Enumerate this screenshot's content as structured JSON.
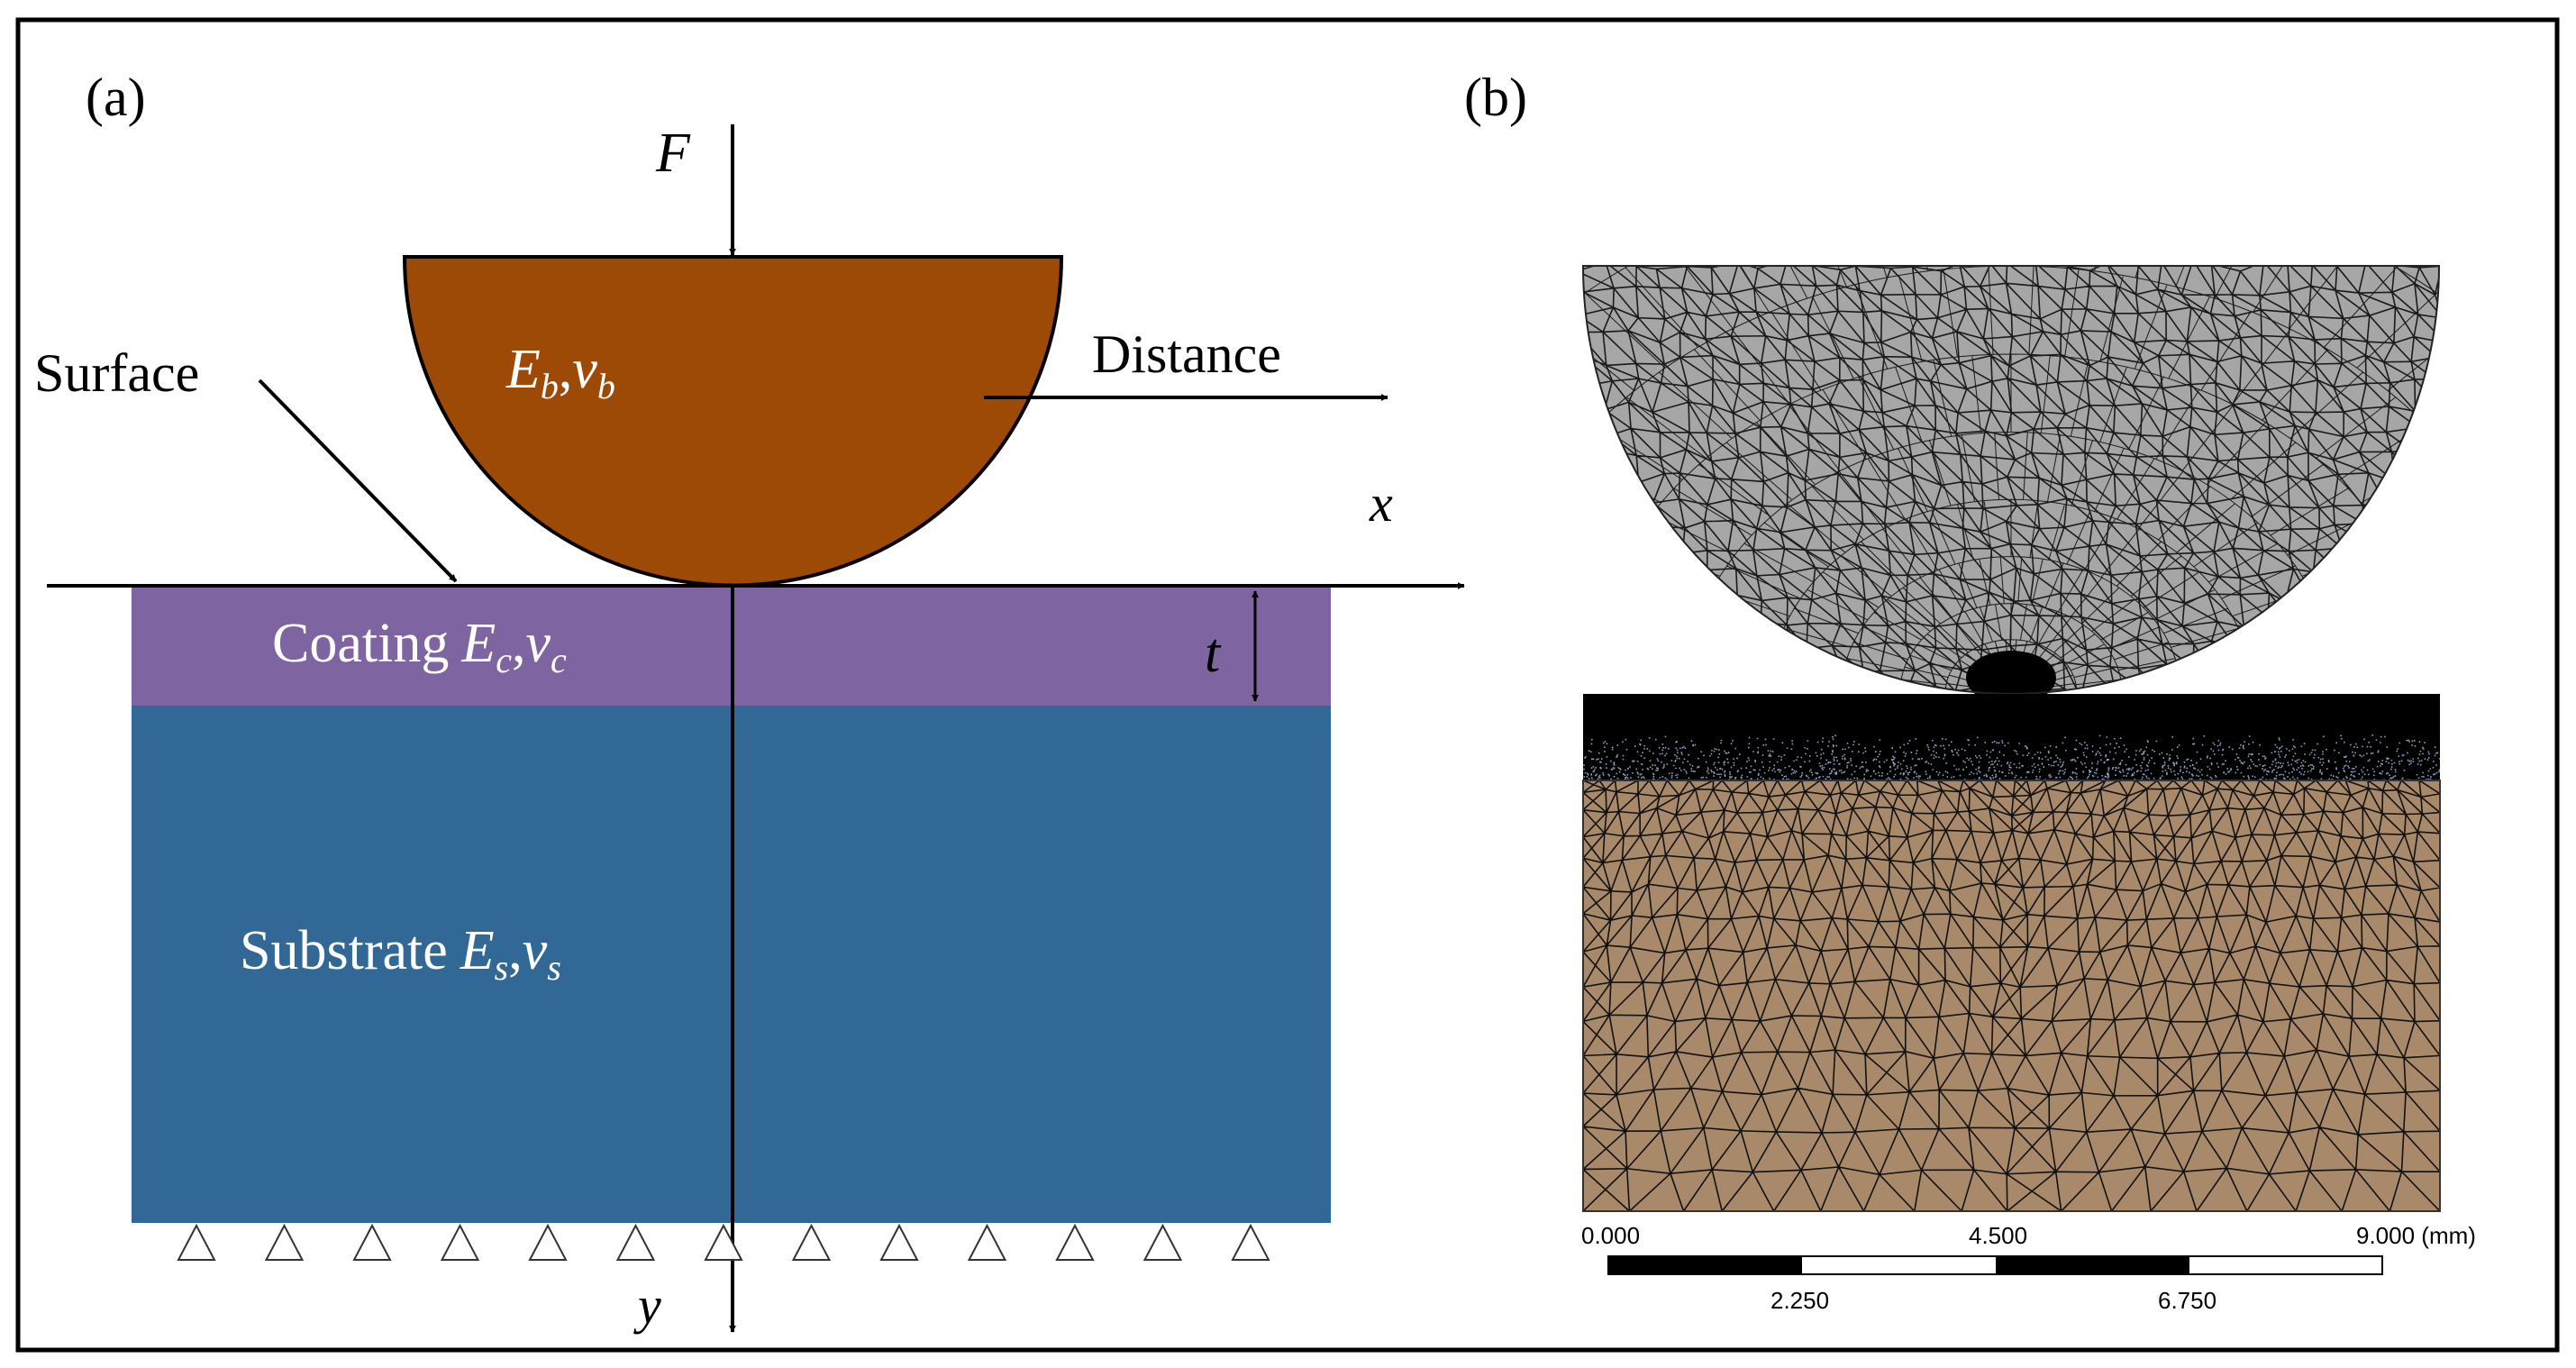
{
  "panel_a": {
    "label": "(a)",
    "force": "F",
    "ball_modulus": "E",
    "ball_modulus_sub": "b",
    "ball_poisson": "v",
    "ball_poisson_sub": "b",
    "distance": "Distance",
    "surface": "Surface",
    "x_axis": "x",
    "y_axis": "y",
    "coating_word": "Coating",
    "coating_modulus": "E",
    "coating_modulus_sub": "c",
    "coating_poisson": "v",
    "coating_poisson_sub": "c",
    "thickness": "t",
    "substrate_word": "Substrate",
    "substrate_modulus": "E",
    "substrate_modulus_sub": "s",
    "substrate_poisson": "v",
    "substrate_poisson_sub": "s",
    "support_count": 13,
    "colors": {
      "ball": "#9c4a06",
      "coating": "#7e64a0",
      "substrate": "#316896",
      "line": "#000000"
    }
  },
  "panel_b": {
    "label": "(b)",
    "scale_top": [
      "0.000",
      "4.500",
      "9.000 (mm)"
    ],
    "scale_bottom": [
      "2.250",
      "6.750"
    ],
    "colors": {
      "ball_mesh": "#a6a6a6",
      "coating_mesh": "#000000",
      "substrate_mesh": "#a88a6a"
    }
  }
}
